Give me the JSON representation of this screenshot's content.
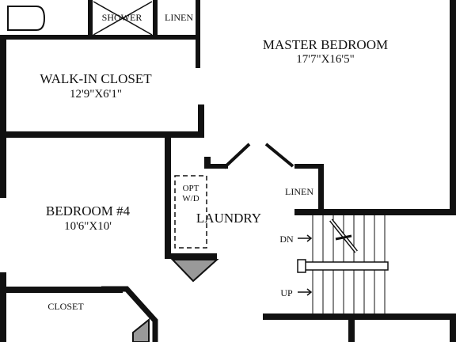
{
  "rooms": {
    "master_bedroom": {
      "name": "MASTER BEDROOM",
      "dims": "17'7\"X16'5\""
    },
    "walkin_closet": {
      "name": "WALK-IN CLOSET",
      "dims": "12'9\"X6'1\""
    },
    "bedroom4": {
      "name": "BEDROOM #4",
      "dims": "10'6\"X10'"
    },
    "laundry": {
      "name": "LAUNDRY"
    },
    "shower": {
      "name": "SHOWER"
    },
    "linen_top": {
      "name": "LINEN"
    },
    "linen_right": {
      "name": "LINEN"
    },
    "closet": {
      "name": "CLOSET"
    }
  },
  "appliance": {
    "line1": "OPT",
    "line2": "W/D"
  },
  "stairs": {
    "down": "DN",
    "up": "UP"
  },
  "colors": {
    "wall": "#111111",
    "fixture_fill": "#999999",
    "background": "#ffffff"
  }
}
